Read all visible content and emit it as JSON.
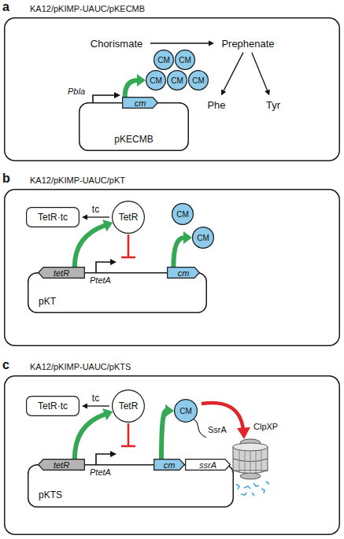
{
  "diagram": {
    "nodes": [
      {
        "text": [
          "a",
          "KA12/pKIMP-UAUC/pKECMB"
        ]
      },
      {
        "text": [
          "Chorismate"
        ],
        "in": 0
      },
      {
        "text": [
          "Prephenate"
        ],
        "in": 0
      },
      {
        "text": [
          "Phe"
        ],
        "in": 0
      },
      {
        "text": [
          "Tyr"
        ],
        "in": 0
      },
      {
        "text": [
          "pKECMB"
        ],
        "in": 0
      },
      {
        "text": [
          "cm"
        ],
        "in": 5
      },
      {
        "text": [
          "CM"
        ],
        "in": 0
      },
      {
        "text": [
          "CM"
        ],
        "in": 0
      },
      {
        "text": [
          "CM"
        ],
        "in": 0
      },
      {
        "text": [
          "CM"
        ],
        "in": 0
      },
      {
        "text": [
          "CM"
        ],
        "in": 0
      },
      {
        "text": [
          "b",
          "KA12/pKIMP-UAUC/pKT"
        ]
      },
      {
        "text": [
          "TetR·tc"
        ],
        "in": 12
      },
      {
        "text": [
          "TetR"
        ],
        "in": 12
      },
      {
        "text": [
          "pKT"
        ],
        "in": 12
      },
      {
        "text": [
          "tetR"
        ],
        "in": 15
      },
      {
        "text": [
          "cm"
        ],
        "in": 15
      },
      {
        "text": [
          "CM"
        ],
        "in": 12
      },
      {
        "text": [
          "CM"
        ],
        "in": 12
      },
      {
        "text": [
          "c",
          "KA12/pKIMP-UAUC/pKTS"
        ]
      },
      {
        "text": [
          "TetR·tc"
        ],
        "in": 20
      },
      {
        "text": [
          "TetR"
        ],
        "in": 20
      },
      {
        "text": [
          "pKTS"
        ],
        "in": 20
      },
      {
        "text": [
          "tetR"
        ],
        "in": 23
      },
      {
        "text": [
          "cm"
        ],
        "in": 23
      },
      {
        "text": [
          "ssrA"
        ],
        "in": 23
      },
      {
        "text": [
          "CM"
        ],
        "in": 20
      }
    ],
    "edges": [
      {
        "from": 1,
        "to": 2,
        "arrow": "to"
      },
      {
        "from": 2,
        "to": 3,
        "arrow": "to"
      },
      {
        "from": 2,
        "to": 4,
        "arrow": "to"
      },
      {
        "from": 6,
        "to": 9,
        "arrow": "to"
      },
      {
        "from": 14,
        "to": 13,
        "label": "tc",
        "arrow": "to"
      },
      {
        "from": 16,
        "to": 14,
        "arrow": "to"
      },
      {
        "from": 17,
        "to": 19,
        "arrow": "to"
      },
      {
        "from": 22,
        "to": 21,
        "label": "tc",
        "arrow": "to"
      },
      {
        "from": 24,
        "to": 22,
        "arrow": "to"
      },
      {
        "from": 25,
        "to": 27,
        "arrow": "to"
      }
    ],
    "labels": [
      "Pbla",
      "PtetA",
      "PtetA",
      "SsrA",
      "ClpXP"
    ]
  }
}
